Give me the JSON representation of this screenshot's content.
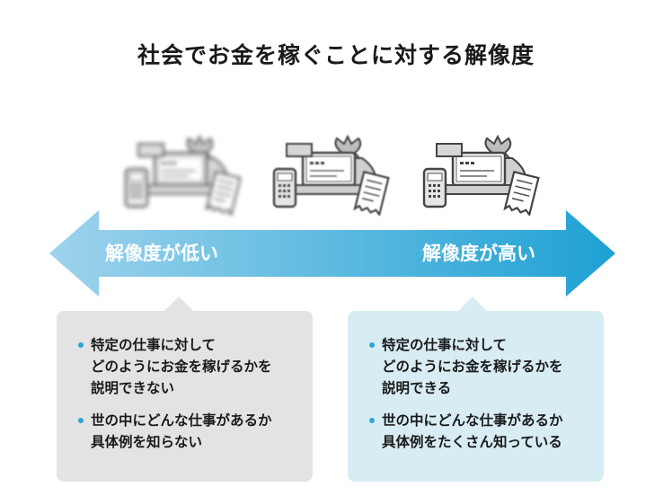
{
  "title": "社会でお金を稼ぐことに対する解像度",
  "arrow": {
    "left_label": "解像度が低い",
    "right_label": "解像度が高い",
    "gradient_start": "#9ed3ec",
    "gradient_end": "#1ea1d4"
  },
  "icon_sets": [
    {
      "icons": [
        "card-terminal-icon",
        "laptop-icon",
        "money-bag-icon",
        "receipt-icon"
      ],
      "sharpness": "very-blurry"
    },
    {
      "icons": [
        "card-terminal-icon",
        "laptop-icon",
        "money-bag-icon",
        "receipt-icon"
      ],
      "sharpness": "slightly-blurry"
    },
    {
      "icons": [
        "card-terminal-icon",
        "laptop-icon",
        "money-bag-icon",
        "receipt-icon"
      ],
      "sharpness": "sharp"
    }
  ],
  "panels": {
    "low": {
      "background": "#e3e3e3",
      "points": [
        {
          "lines": [
            "特定の仕事に対して",
            "どのようにお金を稼げるかを",
            "説明できない"
          ]
        },
        {
          "lines": [
            "世の中にどんな仕事があるか",
            "具体例を知らない"
          ]
        }
      ]
    },
    "high": {
      "background": "#d8ecf3",
      "points": [
        {
          "lines": [
            "特定の仕事に対して",
            "どのようにお金を稼げるかを",
            "説明できる"
          ]
        },
        {
          "lines": [
            "世の中にどんな仕事があるか",
            "具体例をたくさん知っている"
          ]
        }
      ]
    }
  },
  "bullet_color": "#2aa7d5"
}
